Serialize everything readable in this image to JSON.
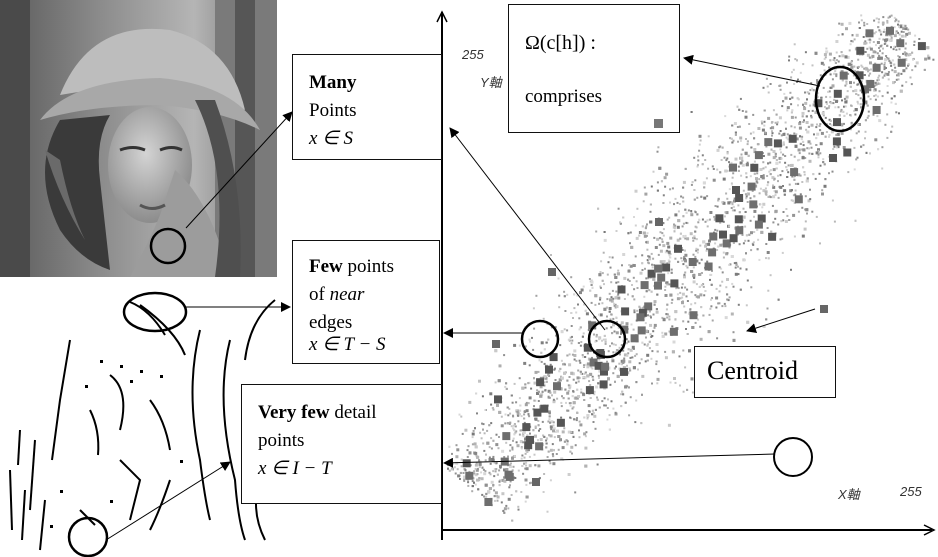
{
  "axis": {
    "y_max_label": "255",
    "y_axis_label": "Y軸",
    "x_max_label": "255",
    "x_axis_label": "X軸"
  },
  "callouts": {
    "omega": {
      "formula": "Ω(c[h]) :",
      "text": "comprises"
    },
    "many": {
      "bold": "Many",
      "line2": "Points",
      "formula": "x ∈ S"
    },
    "few": {
      "bold": "Few",
      "rest1": " points",
      "line2a": "of ",
      "line2b": "near",
      "line3": "edges",
      "formula": "x ∈ T − S"
    },
    "very_few": {
      "bold": "Very few",
      "rest1": "  detail",
      "line2": "points",
      "formula": "x ∈ I − T"
    },
    "centroid": {
      "label": "Centroid"
    }
  }
}
